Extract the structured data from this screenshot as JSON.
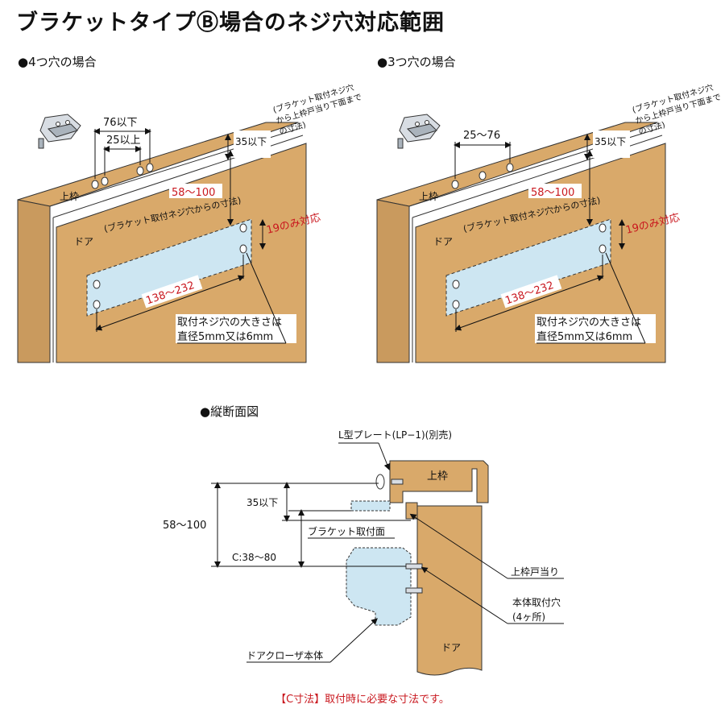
{
  "title": "ブラケットタイプⒷ場合のネジ穴対応範囲",
  "four_hole": {
    "heading": "●4つ穴の場合",
    "dim_76": "76以下",
    "dim_25": "25以上",
    "dim_35": "35以下",
    "bracket_note_1": "(ブラケット取付ネジ穴",
    "bracket_note_2": "から上枠戸当り下面まで",
    "bracket_note_3": "の寸法)",
    "frame_label": "上枠",
    "door_label": "ドア",
    "dim_58": "58～100",
    "dim_58_note": "(ブラケット取付ネジ穴からの寸法)",
    "dim_19": "19のみ対応",
    "dim_138": "138～232",
    "hole_size_1": "取付ネジ穴の大きさは",
    "hole_size_2": "直径5mm又は6mm"
  },
  "three_hole": {
    "heading": "●3つ穴の場合",
    "dim_25_76": "25～76",
    "dim_35": "35以下",
    "bracket_note_1": "(ブラケット取付ネジ穴",
    "bracket_note_2": "から上枠戸当り下面まで",
    "bracket_note_3": "の寸法)",
    "frame_label": "上枠",
    "door_label": "ドア",
    "dim_58": "58～100",
    "dim_58_note": "(ブラケット取付ネジ穴からの寸法)",
    "dim_19": "19のみ対応",
    "dim_138": "138～232",
    "hole_size_1": "取付ネジ穴の大きさは",
    "hole_size_2": "直径5mm又は6mm"
  },
  "section": {
    "heading": "●縦断面図",
    "l_plate": "L型プレート(LP−1)(別売)",
    "frame_label": "上枠",
    "dim_35": "35以下",
    "dim_58": "58～100",
    "bracket_surface": "ブラケット取付面",
    "dim_c": "C:38～80",
    "frame_stop": "上枠戸当り",
    "mount_hole_1": "本体取付穴",
    "mount_hole_2": "(4ヶ所)",
    "closer_body": "ドアクローザ本体",
    "door_label": "ドア"
  },
  "footnote": "【C寸法】取付時に必要な寸法です。",
  "colors": {
    "wood": "#d9a96a",
    "wood_dark": "#b98a4f",
    "plate": "#cde6f2",
    "red": "#c9171e"
  }
}
